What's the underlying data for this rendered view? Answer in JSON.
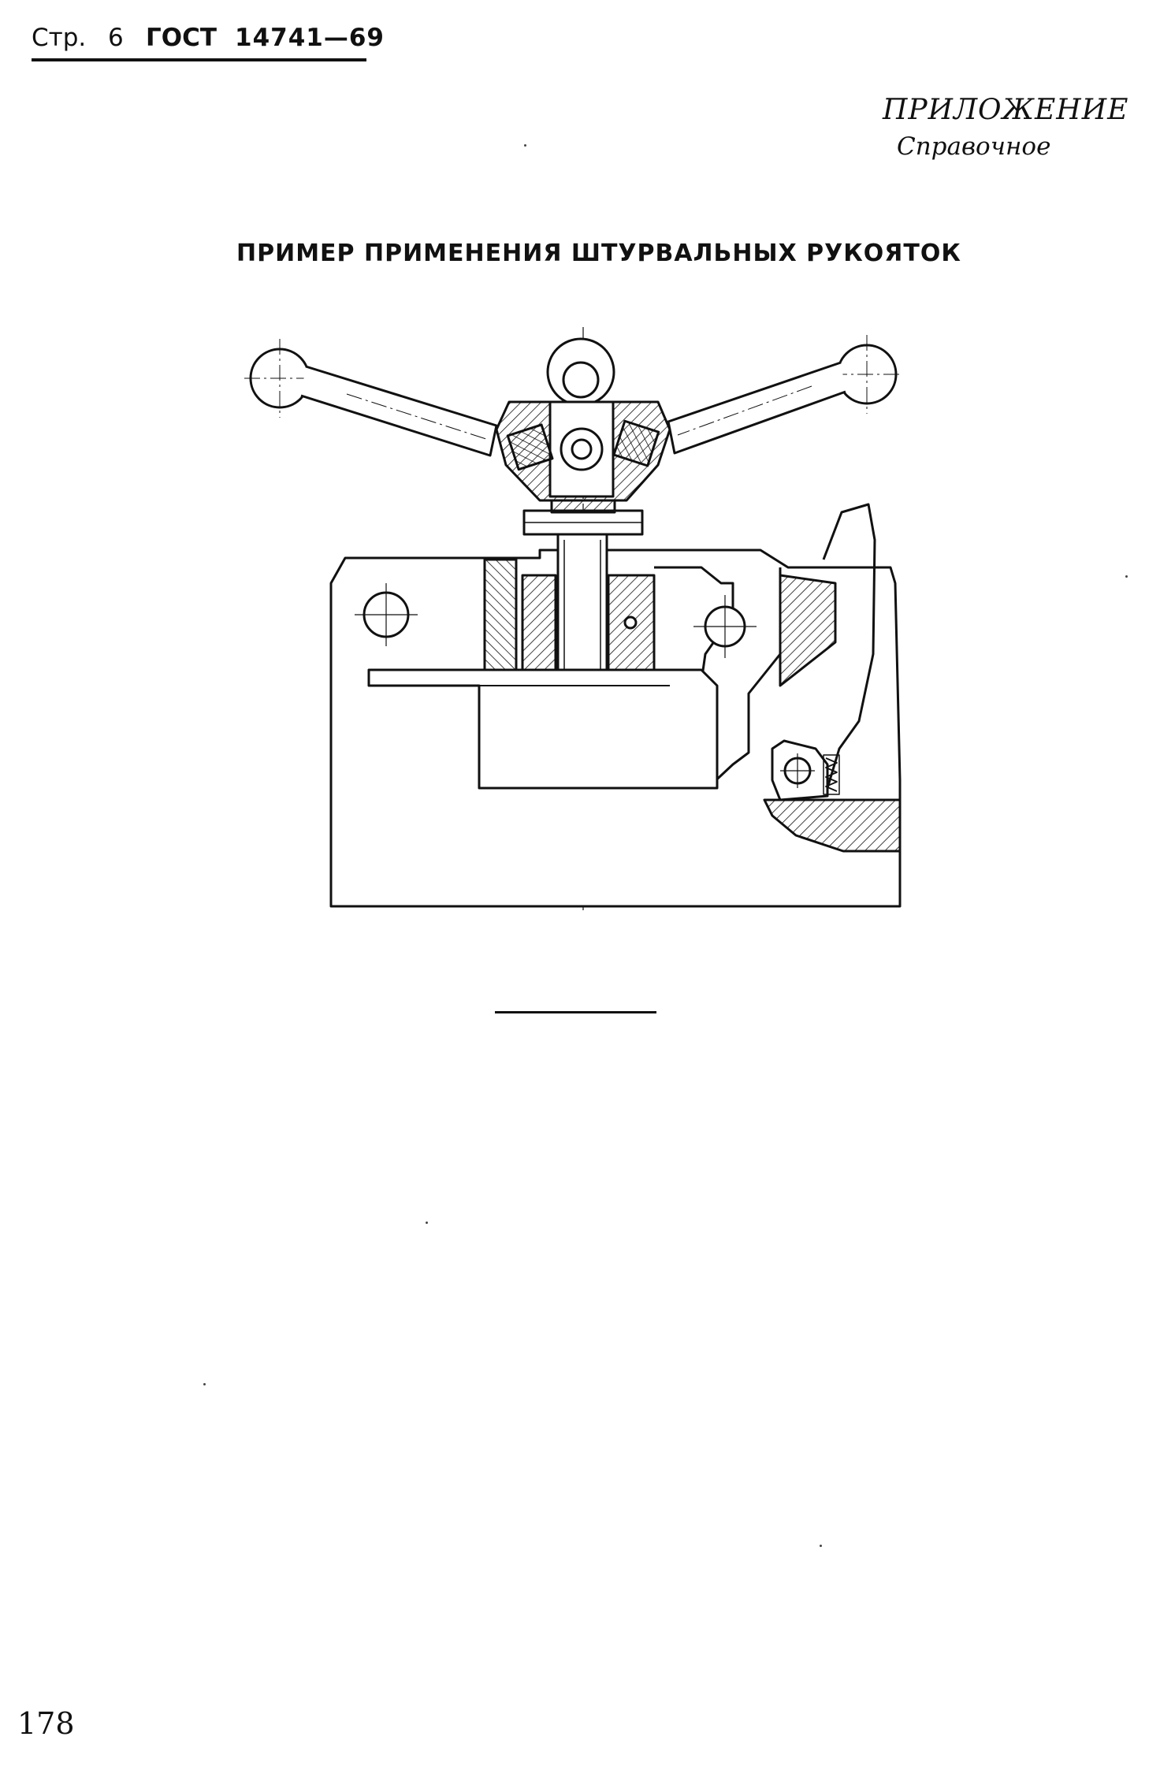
{
  "header": {
    "prefix": "Стр.",
    "page": "6",
    "standard": "ГОСТ",
    "number": "14741—69"
  },
  "appendix": {
    "title": "ПРИЛОЖЕНИЕ",
    "subtitle": "Справочное"
  },
  "section_title": "ПРИМЕР ПРИМЕНЕНИЯ ШТУРВАЛЬНЫХ РУКОЯТОК",
  "figure": {
    "icon": "handwheel-clamp-drawing-icon"
  },
  "footer": {
    "page_number": "178"
  }
}
